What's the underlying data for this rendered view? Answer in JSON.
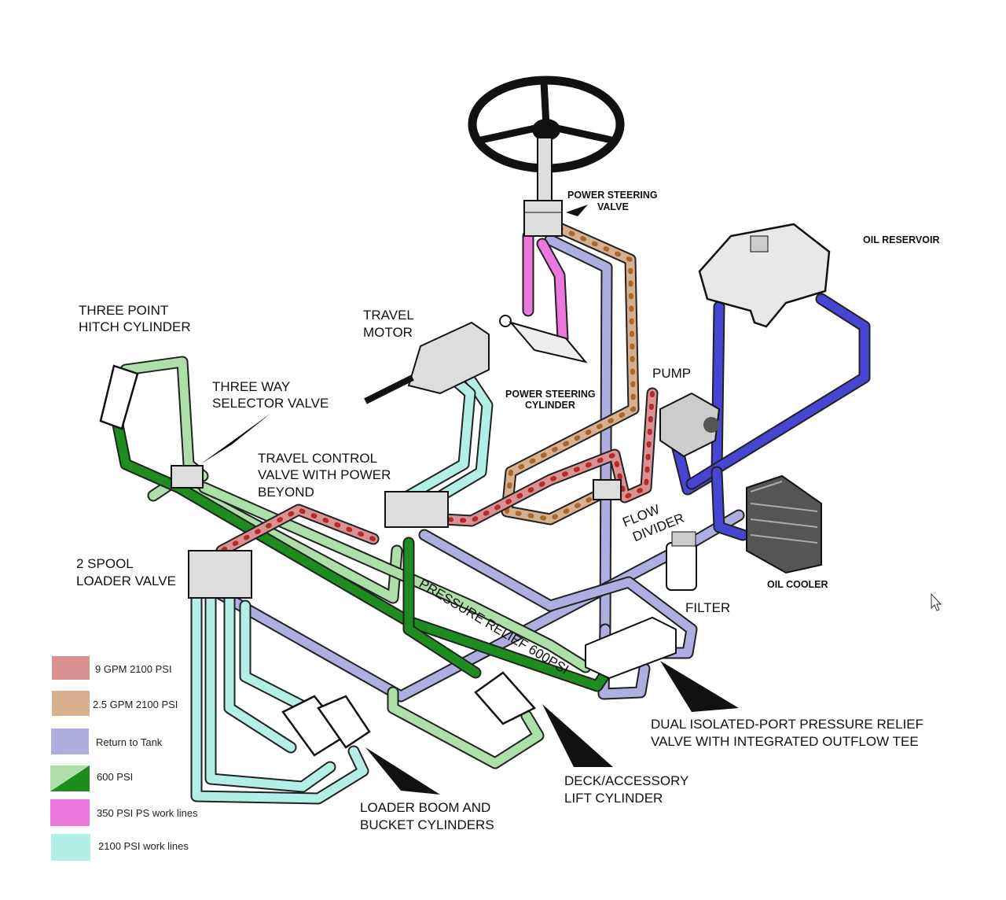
{
  "labels": {
    "power_steering_valve": [
      "POWER STEERING",
      "VALVE"
    ],
    "oil_reservoir": "OIL RESERVOIR",
    "three_point_hitch": [
      "THREE POINT",
      "HITCH CYLINDER"
    ],
    "travel_motor": [
      "TRAVEL",
      "MOTOR"
    ],
    "three_way_selector": [
      "THREE WAY",
      "SELECTOR VALVE"
    ],
    "power_steering_cylinder": [
      "POWER STEERING",
      "CYLINDER"
    ],
    "pump": "PUMP",
    "travel_control_valve": [
      "TRAVEL CONTROL",
      "VALVE WITH POWER",
      "BEYOND"
    ],
    "flow_divider": [
      "FLOW",
      "DIVIDER"
    ],
    "two_spool_loader": [
      "2 SPOOL",
      "LOADER VALVE"
    ],
    "oil_cooler": "OIL COOLER",
    "filter": "FILTER",
    "pressure_relief": "PRESSURE RELIEF 600PSI",
    "dual_relief": [
      "DUAL ISOLATED-PORT PRESSURE RELIEF",
      "VALVE WITH INTEGRATED OUTFLOW TEE"
    ],
    "deck_lift": [
      "DECK/ACCESSORY",
      "LIFT CYLINDER"
    ],
    "loader_cylinders": [
      "LOADER BOOM AND",
      "BUCKET CYLINDERS"
    ]
  },
  "legend": [
    {
      "label": "9 GPM 2100 PSI",
      "color": "#d99192"
    },
    {
      "label": "2.5 GPM 2100 PSI",
      "color": "#d8b08f"
    },
    {
      "label": "Return to Tank",
      "color": "#aeaee0"
    },
    {
      "label": "600 PSI",
      "color": "#ade0a8",
      "color2": "#1e8c1e"
    },
    {
      "label": "350 PSI PS work lines",
      "color": "#ec78de"
    },
    {
      "label": "2100 PSI work lines",
      "color": "#b4efe6"
    }
  ],
  "colors": {
    "red": "#d99192",
    "red_dot": "#b52a2a",
    "tan": "#d8b08f",
    "tan_dot": "#a8672e",
    "blue": "#aeaee0",
    "blue_arrow": "#3030c0",
    "light_green": "#ade0a8",
    "dark_green": "#1e8c1e",
    "magenta": "#ec78de",
    "cyan": "#b4efe6",
    "reservoir_blue": "#4646d2"
  }
}
